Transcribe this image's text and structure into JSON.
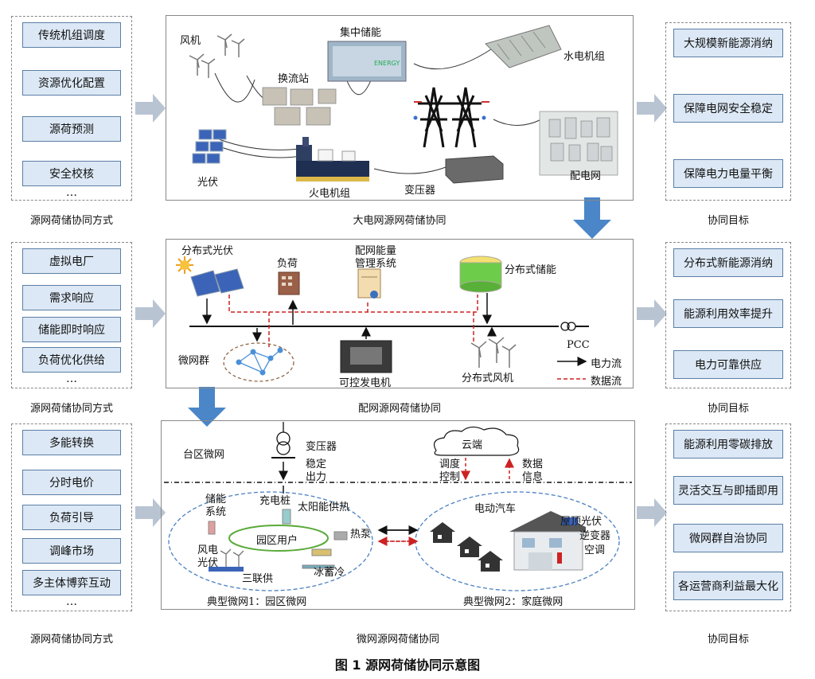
{
  "figure_caption": "图 1    源网荷储协同示意图",
  "rows": [
    {
      "left_items": [
        "传统机组调度",
        "资源优化配置",
        "源荷预测",
        "安全校核"
      ],
      "left_caption": "源网荷储协同方式",
      "center_caption": "大电网源网荷储协同",
      "right_items": [
        "大规模新能源消纳",
        "保障电网安全稳定",
        "保障电力电量平衡"
      ],
      "right_caption": "协同目标",
      "labels": {
        "wind": "风机",
        "converter": "换流站",
        "storage": "集中储能",
        "hydro": "水电机组",
        "pv": "光伏",
        "thermal": "火电机组",
        "transformer": "变压器",
        "distribution": "配电网"
      }
    },
    {
      "left_items": [
        "虚拟电厂",
        "需求响应",
        "储能即时响应",
        "负荷优化供给"
      ],
      "left_caption": "源网荷储协同方式",
      "center_caption": "配网源网荷储协同",
      "right_items": [
        "分布式新能源消纳",
        "能源利用效率提升",
        "电力可靠供应"
      ],
      "right_caption": "协同目标",
      "labels": {
        "dist_pv": "分布式光伏",
        "load": "负荷",
        "ems_1": "配网能量",
        "ems_2": "管理系统",
        "dist_storage": "分布式储能",
        "microgrid_group": "微网群",
        "gen": "可控发电机",
        "dist_wind": "分布式风机",
        "pcc": "PCC",
        "power_flow": "电力流",
        "data_flow": "数据流"
      }
    },
    {
      "left_items": [
        "多能转换",
        "分时电价",
        "负荷引导",
        "调峰市场",
        "多主体博弈互动"
      ],
      "left_caption": "源网荷储协同方式",
      "center_caption": "微网源网荷储协同",
      "right_items": [
        "能源利用零碳排放",
        "灵活交互与即插即用",
        "微网群自治协同",
        "各运营商利益最大化"
      ],
      "right_caption": "协同目标",
      "labels": {
        "district": "台区微网",
        "transformer": "变压器",
        "stable_1": "稳定",
        "stable_2": "出力",
        "cloud": "云端",
        "dispatch_1": "调度",
        "dispatch_2": "控制",
        "data_1": "数据",
        "data_2": "信息",
        "storage_1": "储能",
        "storage_2": "系统",
        "charger": "充电桩",
        "solar_heat": "太阳能供热",
        "park_user": "园区用户",
        "heat_pump": "热泵",
        "wind_pv_1": "风电",
        "wind_pv_2": "光伏",
        "trigen": "三联供",
        "ice": "冰蓄冷",
        "ev": "电动汽车",
        "rooftop": "屋顶光伏",
        "inverter": "逆变器",
        "ac": "空调",
        "mg1": "典型微网1：园区微网",
        "mg2": "典型微网2：家庭微网"
      }
    }
  ],
  "ellipsis": "…",
  "colors": {
    "accent_blue": "#4a86c8",
    "box_fill": "#dce8f5",
    "data_red": "#cc2222"
  }
}
